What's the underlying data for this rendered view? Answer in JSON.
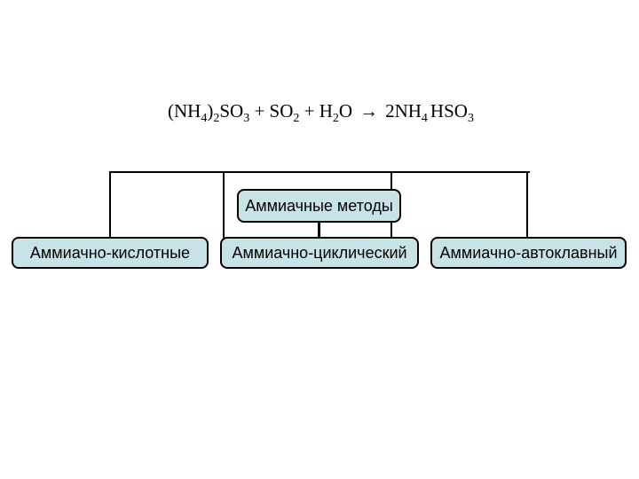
{
  "equation": {
    "p1": "(NH",
    "s1": "4",
    "p2": ")",
    "s2": "2",
    "p3": "SO",
    "s3": "3",
    "p4": " + SO",
    "s4": "2",
    "p5": " + H",
    "s5": "2",
    "p6": "O",
    "arrow": "→",
    "p7": "2NH",
    "s7": "4",
    "p8": "HSO",
    "s8": "3"
  },
  "diagram": {
    "root": {
      "label": "Аммиачные методы"
    },
    "children": [
      {
        "label": "Аммиачно-кислотные"
      },
      {
        "label": "Аммиачно-циклический"
      },
      {
        "label": "Аммиачно-автоклавный"
      }
    ]
  },
  "colors": {
    "background": "#ffffff",
    "box_fill": "#c8e3e8",
    "box_border": "#000000",
    "connector": "#000000",
    "text": "#000000"
  }
}
